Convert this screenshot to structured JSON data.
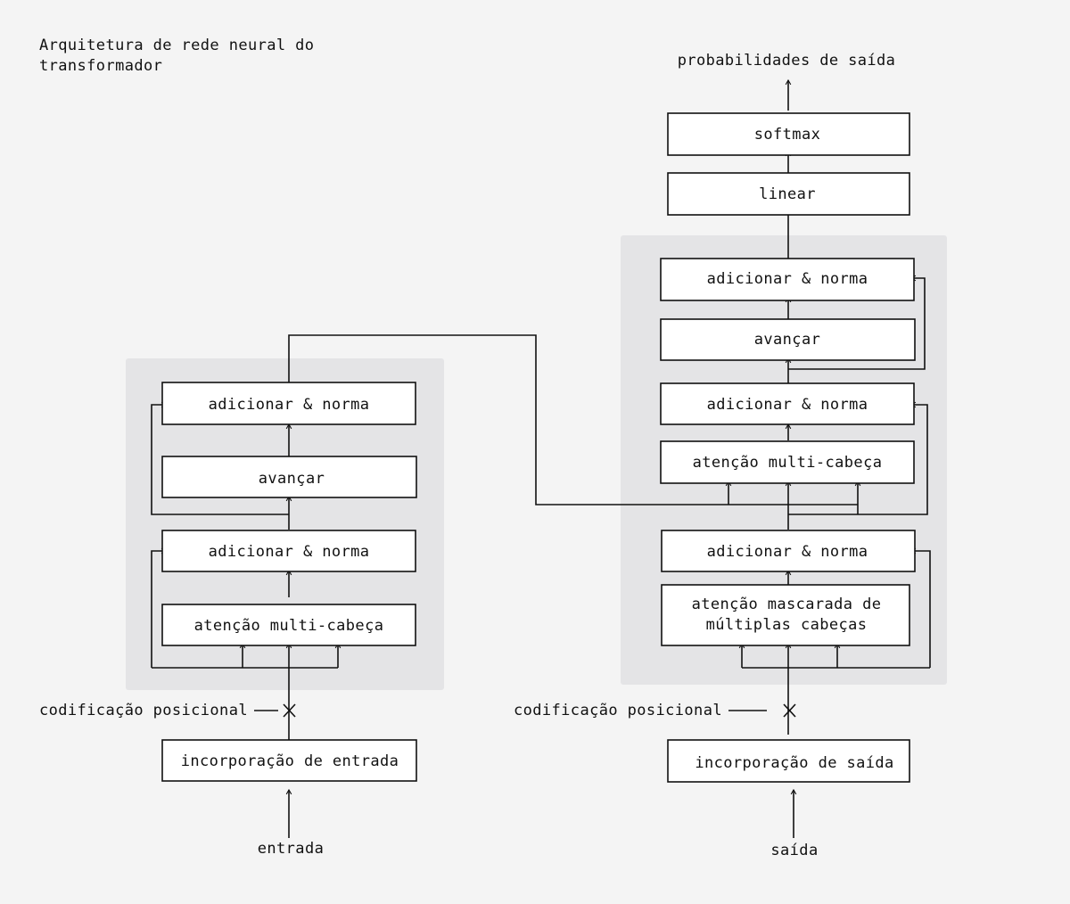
{
  "title": "Arquitetura de rede neural do transformador",
  "encoder": {
    "add_norm_top": "adicionar & norma",
    "feed_forward": "avançar",
    "add_norm_bottom": "adicionar & norma",
    "multi_head_attention": "atenção multi-cabeça",
    "positional_encoding": "codificação posicional",
    "input_embedding": "incorporação de entrada",
    "input": "entrada"
  },
  "decoder": {
    "output_probabilities": "probabilidades de saída",
    "softmax": "softmax",
    "linear": "linear",
    "add_norm_3": "adicionar & norma",
    "feed_forward": "avançar",
    "add_norm_2": "adicionar & norma",
    "multi_head_attention": "atenção multi-cabeça",
    "add_norm_1": "adicionar & norma",
    "masked_attention_line1": "atenção mascarada de",
    "masked_attention_line2": "múltiplas cabeças",
    "positional_encoding": "codificação posicional",
    "output_embedding": "incorporação de saída",
    "output": "saída"
  },
  "colors": {
    "background": "#f4f4f4",
    "panel": "#e4e4e6",
    "box_fill": "#ffffff",
    "stroke": "#111111"
  }
}
